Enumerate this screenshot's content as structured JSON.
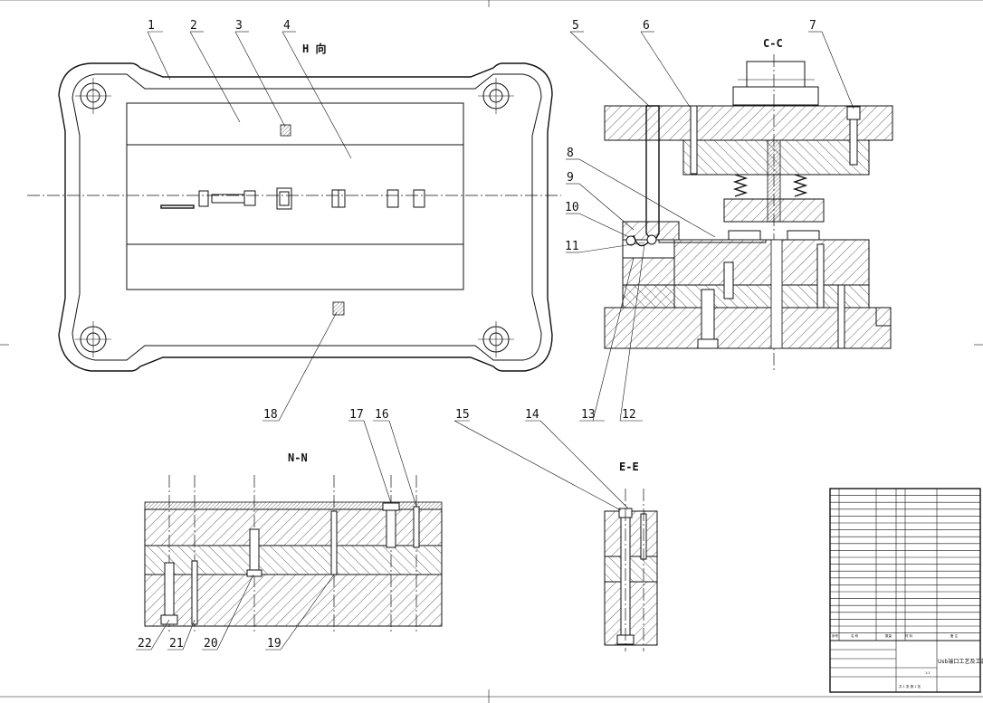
{
  "views": {
    "h_view": "H 向",
    "cc_view": "C-C",
    "nn_view": "N-N",
    "ee_view": "E-E"
  },
  "callouts": {
    "c1": "1",
    "c2": "2",
    "c3": "3",
    "c4": "4",
    "c5": "5",
    "c6": "6",
    "c7": "7",
    "c8": "8",
    "c9": "9",
    "c10": "10",
    "c11": "11",
    "c12": "12",
    "c13": "13",
    "c14": "14",
    "c15": "15",
    "c16": "16",
    "c17": "17",
    "c18": "18",
    "c19": "19",
    "c20": "20",
    "c21": "21",
    "c22": "22"
  },
  "title_block": {
    "title": "Usb端口工艺及工装设计",
    "scale_cell": "1:1",
    "sheet_cell": "共 1 张 第 1 张",
    "header_row": [
      "序号",
      "名 称",
      "数量",
      "材 料",
      "备 注"
    ]
  }
}
